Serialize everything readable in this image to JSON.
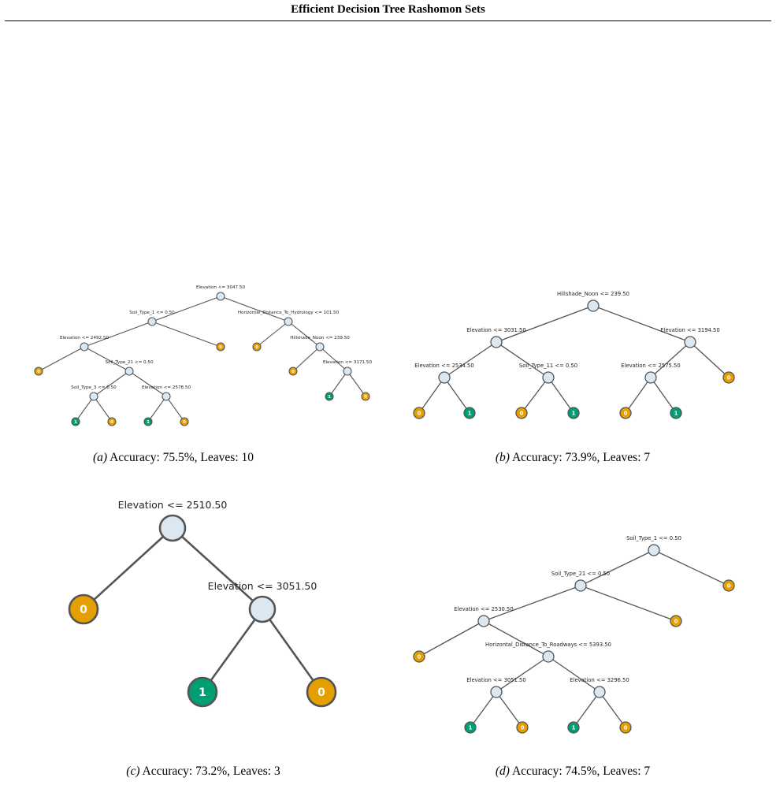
{
  "header": {
    "title": "Efficient Decision Tree Rashomon Sets"
  },
  "colors": {
    "class_0": "#e69f00",
    "class_1": "#009e73",
    "internal": "#dbe7f1",
    "edge": "#555555"
  },
  "figures": [
    {
      "id": "a",
      "caption": {
        "tag": "(a)",
        "text": " Accuracy: 75.5%, Leaves: 10"
      },
      "tree": {
        "label": "Elevation <= 3047.50",
        "children": [
          {
            "label": "Soil_Type_1 <= 0.50",
            "children": [
              {
                "label": "Elevation <= 2492.50",
                "children": [
                  {
                    "leaf": "0"
                  },
                  {
                    "label": "Soil_Type_21 <= 0.50",
                    "children": [
                      {
                        "label": "Soil_Type_3 <= 0.50",
                        "children": [
                          {
                            "leaf": "1"
                          },
                          {
                            "leaf": "0"
                          }
                        ]
                      },
                      {
                        "label": "Elevation <= 2578.50",
                        "children": [
                          {
                            "leaf": "1"
                          },
                          {
                            "leaf": "0"
                          }
                        ]
                      }
                    ]
                  }
                ]
              },
              {
                "leaf": "0"
              }
            ]
          },
          {
            "label": "Horizontal_Distance_To_Hydrology <= 101.50",
            "children": [
              {
                "leaf": "0"
              },
              {
                "label": "Hillshade_Noon <= 239.50",
                "children": [
                  {
                    "leaf": "0"
                  },
                  {
                    "label": "Elevation <= 3171.50",
                    "children": [
                      {
                        "leaf": "1"
                      },
                      {
                        "leaf": "0"
                      }
                    ]
                  }
                ]
              }
            ]
          }
        ]
      }
    },
    {
      "id": "b",
      "caption": {
        "tag": "(b)",
        "text": " Accuracy: 73.9%, Leaves: 7"
      },
      "tree": {
        "label": "Hillshade_Noon <= 239.50",
        "children": [
          {
            "label": "Elevation <= 3031.50",
            "children": [
              {
                "label": "Elevation <= 2534.50",
                "children": [
                  {
                    "leaf": "0"
                  },
                  {
                    "leaf": "1"
                  }
                ]
              },
              {
                "label": "Soil_Type_11 <= 0.50",
                "children": [
                  {
                    "leaf": "0"
                  },
                  {
                    "leaf": "1"
                  }
                ]
              }
            ]
          },
          {
            "label": "Elevation <= 3194.50",
            "children": [
              {
                "label": "Elevation <= 2575.50",
                "children": [
                  {
                    "leaf": "0"
                  },
                  {
                    "leaf": "1"
                  }
                ]
              },
              {
                "leaf": "0"
              }
            ]
          }
        ]
      }
    },
    {
      "id": "c",
      "caption": {
        "tag": "(c)",
        "text": " Accuracy: 73.2%, Leaves: 3"
      },
      "tree": {
        "label": "Elevation <= 2510.50",
        "children": [
          {
            "leaf": "0"
          },
          {
            "label": "Elevation <= 3051.50",
            "children": [
              {
                "leaf": "1"
              },
              {
                "leaf": "0"
              }
            ]
          }
        ]
      }
    },
    {
      "id": "d",
      "caption": {
        "tag": "(d)",
        "text": " Accuracy: 74.5%, Leaves: 7"
      },
      "tree": {
        "label": "Soil_Type_1 <= 0.50",
        "children": [
          {
            "label": "Soil_Type_21 <= 0.50",
            "children": [
              {
                "label": "Elevation <= 2530.50",
                "children": [
                  {
                    "leaf": "0"
                  },
                  {
                    "label": "Horizontal_Distance_To_Roadways <= 5393.50",
                    "children": [
                      {
                        "label": "Elevation <= 3051.50",
                        "children": [
                          {
                            "leaf": "1"
                          },
                          {
                            "leaf": "0"
                          }
                        ]
                      },
                      {
                        "label": "Elevation <= 3296.50",
                        "children": [
                          {
                            "leaf": "1"
                          },
                          {
                            "leaf": "0"
                          }
                        ]
                      }
                    ]
                  }
                ]
              },
              {
                "leaf": "0"
              }
            ]
          },
          {
            "leaf": "0"
          }
        ]
      }
    }
  ]
}
